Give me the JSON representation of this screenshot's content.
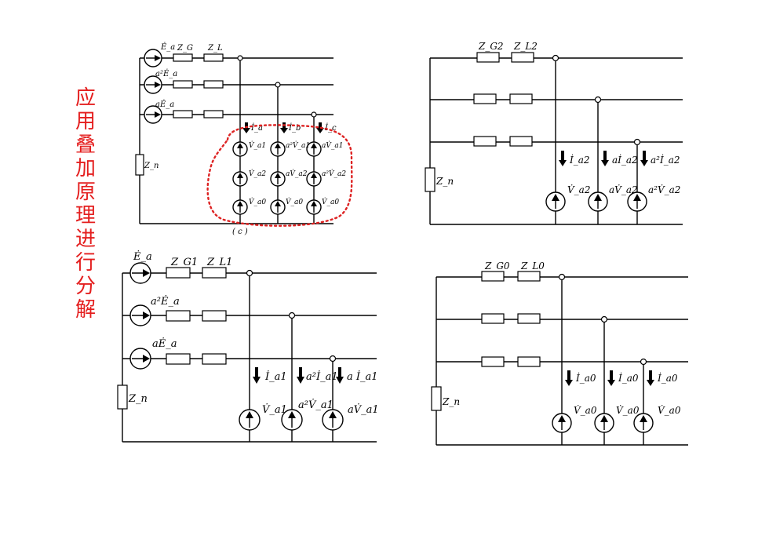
{
  "title": "应用叠加原理进行分解",
  "colors": {
    "title": "#e41e1e",
    "highlight": "#d22222",
    "line": "#000000"
  },
  "panel_c": {
    "caption": "( c )",
    "sources": [
      "Ė_a",
      "a²Ė_a",
      "aĖ_a"
    ],
    "impedances": [
      "Z_G",
      "Z_L"
    ],
    "ground_impedance": "Z_n",
    "currents": [
      "İ_a",
      "İ_b",
      "İ_c"
    ],
    "col1": [
      "V̇_a1",
      "V̇_a2",
      "V̇_a0"
    ],
    "col2": [
      "a²V̇_a1",
      "aV̇_a2",
      "V̇_a0"
    ],
    "col3": [
      "aV̇_a1",
      "a²V̇_a2",
      "V̇_a0"
    ]
  },
  "panel_neg": {
    "impedances": [
      "Z_G2",
      "Z_L2"
    ],
    "ground_impedance": "Z_n",
    "currents": [
      "İ_a2",
      "aİ_a2",
      "a²İ_a2"
    ],
    "sources": [
      "V̇_a2",
      "aV̇_a2",
      "a²V̇_a2"
    ]
  },
  "panel_pos": {
    "source_labels": [
      "Ė_a",
      "a²Ė_a",
      "aĖ_a"
    ],
    "impedances": [
      "Z_G1",
      "Z_L1"
    ],
    "ground_impedance": "Z_n",
    "currents": [
      "İ_a1",
      "a²İ_a1",
      "a İ_a1"
    ],
    "sources": [
      "V̇_a1",
      "a²V̇_a1",
      "aV̇_a1"
    ]
  },
  "panel_zero": {
    "impedances": [
      "Z_G0",
      "Z_L0"
    ],
    "ground_impedance": "Z_n",
    "currents": [
      "İ_a0",
      "İ_a0",
      "İ_a0"
    ],
    "sources": [
      "V̇_a0",
      "V̇_a0",
      "V̇_a0"
    ]
  }
}
